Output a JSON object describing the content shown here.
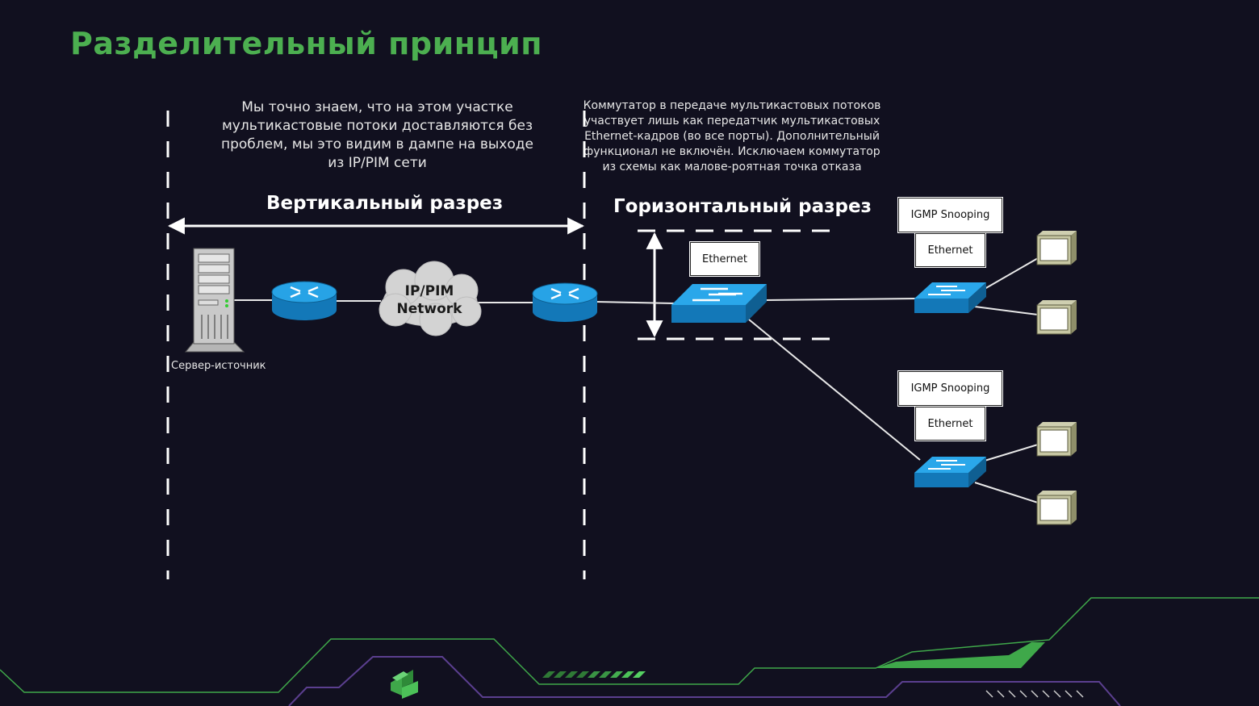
{
  "slide": {
    "title": "Разделительный принцип"
  },
  "notes": {
    "vertical_note": "Мы точно знаем, что на этом участке мультикастовые потоки доставляются без проблем, мы это видим в дампе на выходе из IP/PIM сети",
    "switch_note": "Коммутатор в передаче мультикастовых потоков участвует лишь как передатчик мультикастовых Ethernet-кадров (во все порты). Дополнительный функционал не включён. Исключаем коммутатор из схемы как малове-роятная точка отказа"
  },
  "sections": {
    "vertical_cut": "Вертикальный разрез",
    "horizontal_cut": "Горизонтальный разрез"
  },
  "nodes": {
    "server_caption": "Сервер-источник",
    "cloud_line1": "IP/PIM",
    "cloud_line2": "Network",
    "core_switch_label": "Ethernet",
    "upper_switch_feature": "IGMP Snooping",
    "upper_switch_label": "Ethernet",
    "lower_switch_feature": "IGMP Snooping",
    "lower_switch_label": "Ethernet"
  },
  "colors": {
    "background": "#11101f",
    "accent_green": "#4caf50",
    "device_blue": "#1e9fe0",
    "purple_line": "#5b3f8f"
  }
}
